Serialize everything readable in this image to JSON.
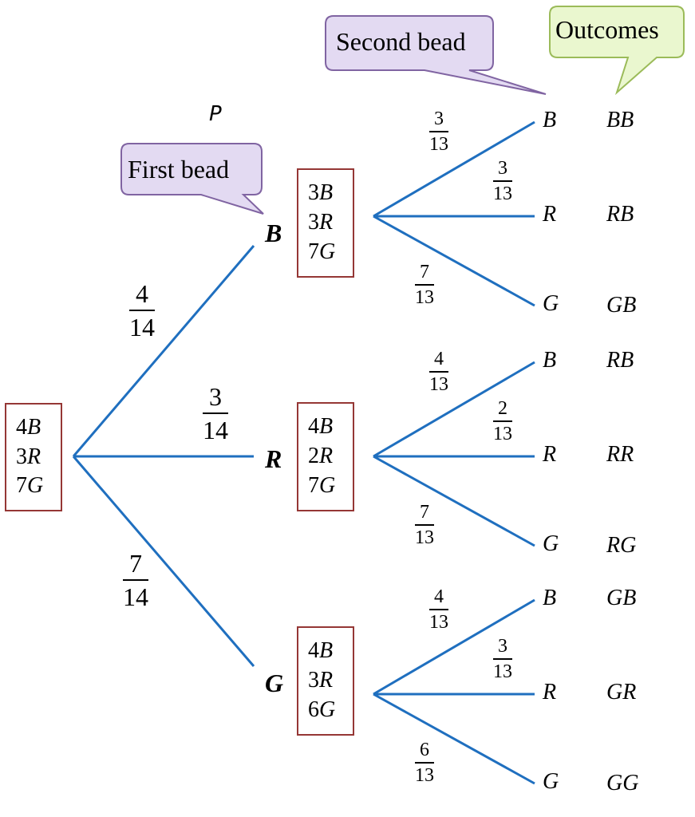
{
  "diagram": {
    "type": "probability-tree",
    "title_symbol": "P",
    "callouts": {
      "first_bead": "First bead",
      "second_bead": "Second bead",
      "outcomes": "Outcomes"
    },
    "colors": {
      "branch": "#1f6fbf",
      "box_border": "#953735",
      "callout_purple_fill": "#e3daf2",
      "callout_purple_border": "#8064a2",
      "callout_green_fill": "#eaf7cf",
      "callout_green_border": "#9bbb59"
    },
    "root": {
      "contents": [
        {
          "count": "4",
          "color": "B"
        },
        {
          "count": "3",
          "color": "R"
        },
        {
          "count": "7",
          "color": "G"
        }
      ]
    },
    "first_draw": [
      {
        "label": "B",
        "prob": {
          "num": "4",
          "den": "14"
        },
        "remaining": [
          {
            "count": "3",
            "color": "B"
          },
          {
            "count": "3",
            "color": "R"
          },
          {
            "count": "7",
            "color": "G"
          }
        ],
        "second_draw": [
          {
            "label": "B",
            "prob": {
              "num": "3",
              "den": "13"
            },
            "outcome": "BB"
          },
          {
            "label": "R",
            "prob": {
              "num": "3",
              "den": "13"
            },
            "outcome": "RB"
          },
          {
            "label": "G",
            "prob": {
              "num": "7",
              "den": "13"
            },
            "outcome": "GB"
          }
        ]
      },
      {
        "label": "R",
        "prob": {
          "num": "3",
          "den": "14"
        },
        "remaining": [
          {
            "count": "4",
            "color": "B"
          },
          {
            "count": "2",
            "color": "R"
          },
          {
            "count": "7",
            "color": "G"
          }
        ],
        "second_draw": [
          {
            "label": "B",
            "prob": {
              "num": "4",
              "den": "13"
            },
            "outcome": "RB"
          },
          {
            "label": "R",
            "prob": {
              "num": "2",
              "den": "13"
            },
            "outcome": "RR"
          },
          {
            "label": "G",
            "prob": {
              "num": "7",
              "den": "13"
            },
            "outcome": "RG"
          }
        ]
      },
      {
        "label": "G",
        "prob": {
          "num": "7",
          "den": "14"
        },
        "remaining": [
          {
            "count": "4",
            "color": "B"
          },
          {
            "count": "3",
            "color": "R"
          },
          {
            "count": "6",
            "color": "G"
          }
        ],
        "second_draw": [
          {
            "label": "B",
            "prob": {
              "num": "4",
              "den": "13"
            },
            "outcome": "GB"
          },
          {
            "label": "R",
            "prob": {
              "num": "3",
              "den": "13"
            },
            "outcome": "GR"
          },
          {
            "label": "G",
            "prob": {
              "num": "6",
              "den": "13"
            },
            "outcome": "GG"
          }
        ]
      }
    ]
  }
}
